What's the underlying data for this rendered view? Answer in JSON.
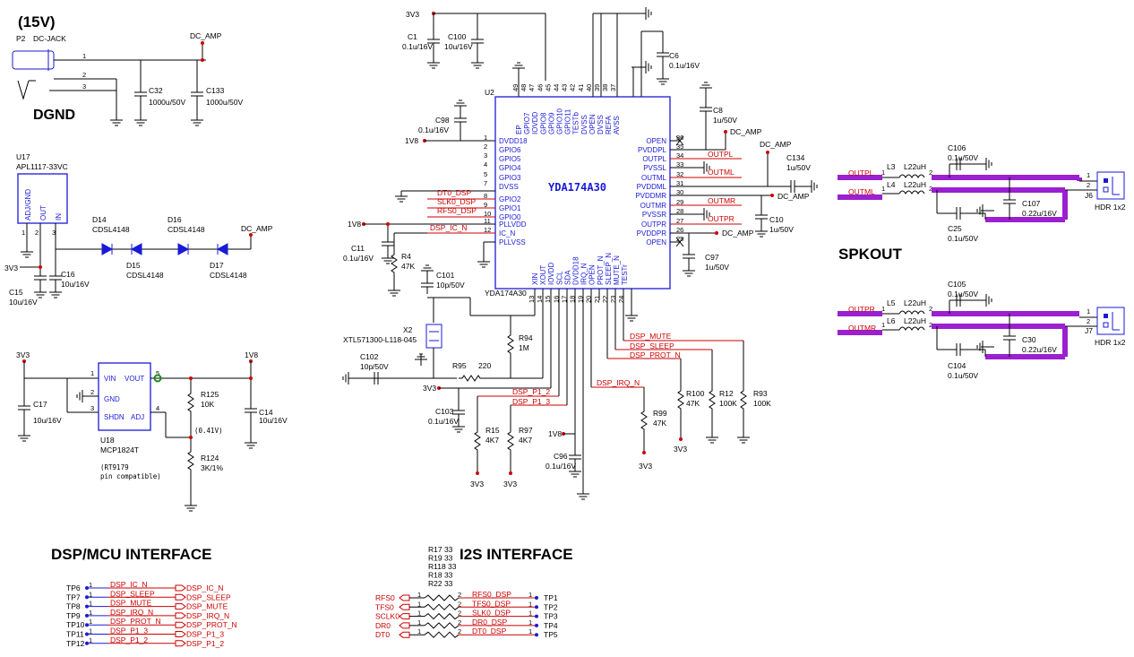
{
  "power_section": {
    "voltage": "(15V)",
    "jack_ref": "P2",
    "jack_name": "DC-JACK",
    "gnd_label": "DGND",
    "net_dc_amp": "DC_AMP",
    "c32": "C32",
    "c32_val": "1000u/50V",
    "c133": "C133",
    "c133_val": "1000u/50V"
  },
  "ldo": {
    "ref": "U17",
    "part": "APL1117-33VC",
    "pin_adj": "ADJ/GND",
    "pin_out": "OUT",
    "pin_in": "IN",
    "c15": "C15",
    "c15_val": "10u/16V",
    "c16": "C16",
    "c16_val": "10u/16V",
    "net_3v3": "3V3"
  },
  "diodes": [
    {
      "ref": "D14",
      "part": "CDSL4148"
    },
    {
      "ref": "D15",
      "part": "CDSL4148"
    },
    {
      "ref": "D16",
      "part": "CDSL4148"
    },
    {
      "ref": "D17",
      "part": "CDSL4148"
    }
  ],
  "regulator": {
    "ref": "U18",
    "part": "MCP1824T",
    "pin_vin": "VIN",
    "pin_gnd": "GND",
    "pin_shdn": "SHDN",
    "pin_vout": "VOUT",
    "pin_adj": "ADJ",
    "net_in": "3V3",
    "net_out": "1V8",
    "c17": "C17",
    "c17_val": "10u/16V",
    "c14": "C14",
    "c14_val": "10u/16V",
    "r125": "R125",
    "r125_val": "10K",
    "r124": "R124",
    "r124_val": "3K/1%",
    "note_v": "(0.41V)",
    "note1": "(RT9179",
    "note2": "pin compatible)"
  },
  "amp_chip": {
    "ref": "U2",
    "part": "YDA174A30",
    "title": "YDA174A30",
    "top_pins": [
      "EP",
      "GPIO7",
      "IOVDD",
      "GPIO8",
      "GPIO9",
      "GPIO10",
      "GPIO11",
      "TESTb",
      "DVSS",
      "OPEN",
      "DVSS",
      "REFA",
      "AVSS"
    ],
    "top_nums": [
      "49",
      "48",
      "47",
      "46",
      "45",
      "44",
      "43",
      "42",
      "41",
      "40",
      "39",
      "38",
      "37"
    ],
    "left_pins": [
      "DVDD18",
      "GPIO6",
      "GPIO5",
      "GPIO4",
      "GPIO3",
      "DVSS",
      "GPIO2",
      "GPIO1",
      "GPIO0",
      "PLLVDD",
      "IC_N",
      "PLLVSS"
    ],
    "left_nums": [
      "1",
      "2",
      "3",
      "4",
      "5",
      "7",
      "8",
      "9",
      "10",
      "11",
      "12"
    ],
    "right_pins": [
      "OPEN",
      "PVDDPL",
      "OUTPL",
      "PVSSL",
      "OUTML",
      "PVDDML",
      "PVDDMR",
      "OUTMR",
      "PVSSR",
      "OUTPR",
      "PVDDPR",
      "OPEN"
    ],
    "right_nums": [
      "36",
      "35",
      "34",
      "33",
      "32",
      "31",
      "30",
      "29",
      "28",
      "27",
      "26",
      "25"
    ],
    "bottom_pins": [
      "XIN",
      "XOUT",
      "IOVDD",
      "SCL",
      "SDA",
      "DVDD18",
      "IRQ_N",
      "OPEN",
      "PROT_N",
      "SLEEP_N",
      "MUTE_N",
      "TESTr"
    ],
    "bottom_nums": [
      "13",
      "14",
      "15",
      "16",
      "17",
      "18",
      "19",
      "20",
      "21",
      "22",
      "23",
      "24"
    ]
  },
  "amp_parts": {
    "net_3v3": "3V3",
    "net_1v8": "1V8",
    "c1": "C1",
    "c1_val": "0.1u/16V",
    "c100": "C100",
    "c100_val": "10u/16V",
    "c6": "C6",
    "c6_val": "0.1u/16V",
    "c98": "C98",
    "c98_val": "0.1u/16V",
    "c8": "C8",
    "c8_val": "1u/50V",
    "c134": "C134",
    "c134_val": "1u/50V",
    "c10": "C10",
    "c10_val": "1u/50V",
    "c97": "C97",
    "c97_val": "1u/50V",
    "c11": "C11",
    "c11_val": "0.1u/16V",
    "r4": "R4",
    "r4_val": "47K",
    "c101": "C101",
    "c101_val": "10p/50V",
    "x2": "X2",
    "x2_part": "XTL571300-L118-045",
    "c102": "C102",
    "c102_val": "10p/50V",
    "r94": "R94",
    "r94_val": "1M",
    "r95": "R95",
    "r95_val": "220",
    "c103": "C103",
    "c103_val": "0.1u/16V",
    "r15": "R15",
    "r15_val": "4K7",
    "r97": "R97",
    "r97_val": "4K7",
    "c96": "C96",
    "c96_val": "0.1u/16V",
    "r99": "R99",
    "r99_val": "47K",
    "r100": "R100",
    "r100_val": "47K",
    "r12": "R12",
    "r12_val": "100K",
    "r93": "R93",
    "r93_val": "100K",
    "net_dc_amp": "DC_AMP"
  },
  "nets": {
    "dt0_dsp": "DT0_DSP",
    "sclk0_dsp": "SLK0_DSP",
    "rfs0_dsp": "RFS0_DSP",
    "dsp_ic_n": "DSP_IC_N",
    "outpl": "OUTPL",
    "outml": "OUTML",
    "outmr": "OUTMR",
    "outpr": "OUTPR",
    "dsp_p1_2": "DSP_P1_2",
    "dsp_p1_3": "DSP_P1_3",
    "dsp_irq_n": "DSP_IRQ_N",
    "dsp_mute": "DSP_MUTE",
    "dsp_sleep": "DSP_SLEEP",
    "dsp_prot_n": "DSP_PROT_N"
  },
  "output": {
    "title": "SPKOUT",
    "l3": "L3",
    "l4": "L4",
    "l5": "L5",
    "l6": "L6",
    "l_val": "L22uH",
    "c106": "C106",
    "c106_val": "0.1u/50V",
    "c107": "C107",
    "c107_val": "0.22u/16V",
    "c25": "C25",
    "c25_val": "0.1u/50V",
    "c105": "C105",
    "c105_val": "0.1u/50V",
    "c30": "C30",
    "c30_val": "0.22u/16V",
    "c104": "C104",
    "c104_val": "0.1u/50V",
    "j6": "J6",
    "j7": "J7",
    "hdr": "HDR 1x2",
    "outpl": "OUTPL",
    "outml": "OUTML",
    "outpr": "OUTPR",
    "outmr": "OUTMR"
  },
  "dsp_interface": {
    "title": "DSP/MCU INTERFACE",
    "rows": [
      {
        "tp": "TP6",
        "net": "DSP_IC_N",
        "out": "DSP_IC_N"
      },
      {
        "tp": "TP7",
        "net": "DSP_SLEEP",
        "out": "DSP_SLEEP"
      },
      {
        "tp": "TP8",
        "net": "DSP_MUTE",
        "out": "DSP_MUTE"
      },
      {
        "tp": "TP9",
        "net": "DSP_IRQ_N",
        "out": "DSP_IRQ_N"
      },
      {
        "tp": "TP10",
        "net": "DSP_PROT_N",
        "out": "DSP_PROT_N"
      },
      {
        "tp": "TP11",
        "net": "DSP_P1_3",
        "out": "DSP_P1_3"
      },
      {
        "tp": "TP12",
        "net": "DSP_P1_2",
        "out": "DSP_P1_2"
      }
    ]
  },
  "i2s_interface": {
    "title": "I2S INTERFACE",
    "resistors": [
      "R17 33",
      "R19 33",
      "R118 33",
      "R18 33",
      "R22 33"
    ],
    "rows": [
      {
        "in": "RFS0",
        "out": "RFS0_DSP",
        "tp": "TP1"
      },
      {
        "in": "TFS0",
        "out": "TFS0_DSP",
        "tp": "TP2"
      },
      {
        "in": "SCLK0",
        "out": "SLK0_DSP",
        "tp": "TP3"
      },
      {
        "in": "DR0",
        "out": "DR0_DSP",
        "tp": "TP4"
      },
      {
        "in": "DT0",
        "out": "DT0_DSP",
        "tp": "TP5"
      }
    ]
  }
}
